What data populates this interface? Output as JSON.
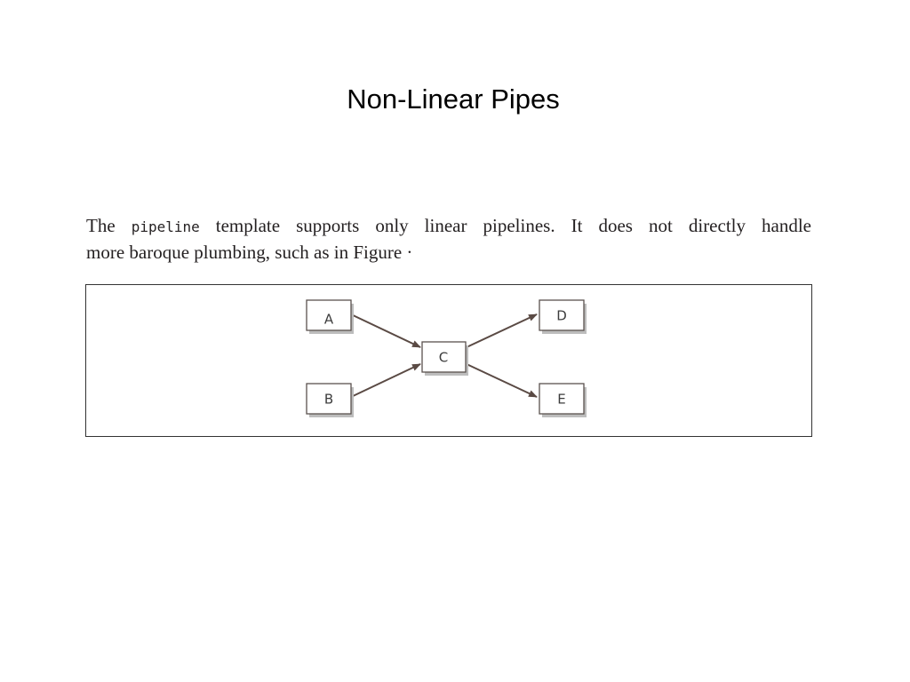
{
  "slide": {
    "title": "Non-Linear Pipes"
  },
  "paragraph": {
    "line1_before": "The",
    "code": "pipeline",
    "line1_after": "template supports only linear pipelines. It does not directly handle",
    "line2": "more baroque plumbing, such as in Figure ·"
  },
  "diagram": {
    "nodes": [
      {
        "id": "A",
        "label": "A"
      },
      {
        "id": "B",
        "label": "B"
      },
      {
        "id": "C",
        "label": "C"
      },
      {
        "id": "D",
        "label": "D"
      },
      {
        "id": "E",
        "label": "E"
      }
    ],
    "edges": [
      {
        "from": "A",
        "to": "C"
      },
      {
        "from": "B",
        "to": "C"
      },
      {
        "from": "C",
        "to": "D"
      },
      {
        "from": "C",
        "to": "E"
      }
    ],
    "colors": {
      "node_border": "#5a524e",
      "node_shadow": "#bdbdbd",
      "arrow": "#5a4a44",
      "frame": "#333333"
    }
  }
}
